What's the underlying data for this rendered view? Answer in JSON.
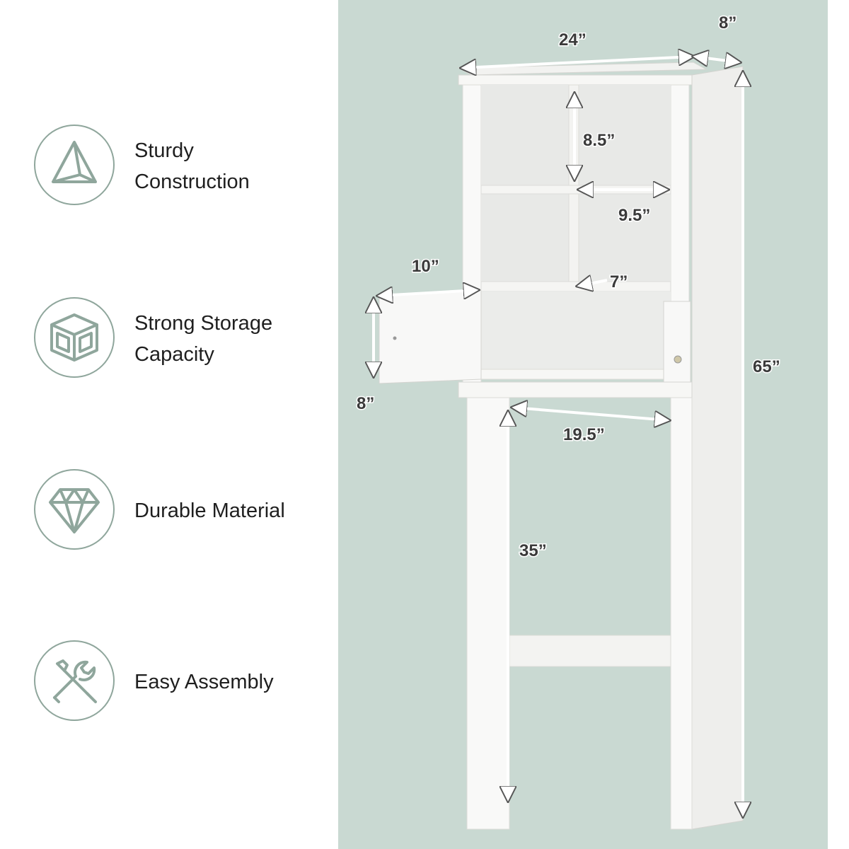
{
  "features": [
    {
      "label": "Sturdy\nConstruction",
      "icon": "pyramid-icon"
    },
    {
      "label": "Strong Storage\nCapacity",
      "icon": "box-icon"
    },
    {
      "label": "Durable Material",
      "icon": "diamond-icon"
    },
    {
      "label": "Easy Assembly",
      "icon": "tools-icon"
    }
  ],
  "dimensions": {
    "width": "24”",
    "depth": "8”",
    "height": "65”",
    "shelf_height": "8.5”",
    "shelf_width": "9.5”",
    "shelf_depth": "7”",
    "door_width": "10”",
    "door_height": "8”",
    "inner_width": "19.5”",
    "clearance_height": "35”"
  },
  "colors": {
    "background_right": "#c9d9d2",
    "icon_stroke": "#8fa69c",
    "label_text": "#1f1f1f",
    "cabinet": "#f7f7f5"
  }
}
